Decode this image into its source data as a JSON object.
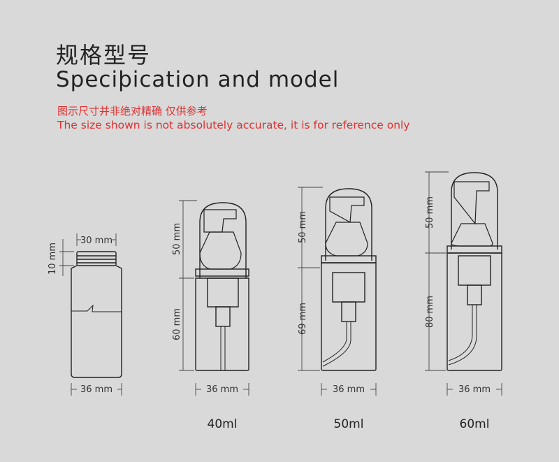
{
  "header": {
    "title_cn": "规格型号",
    "title_en": "Speciþication and model",
    "note_cn": "图示尺寸并非绝对精确  仅供参考",
    "note_en": "The size shown is not absolutely accurate, it is for reference only"
  },
  "colors": {
    "background": "#d9d9d9",
    "note": "#e03030",
    "outline": "#222222"
  },
  "bottles": [
    {
      "kind": "bare-bottle",
      "neck_width": "30 mm",
      "neck_height": "10 mm",
      "body_width": "36 mm"
    },
    {
      "kind": "foam-pump",
      "cap_height": "50 mm",
      "body_height": "60 mm",
      "body_width": "36 mm",
      "volume": "40ml"
    },
    {
      "kind": "foam-pump",
      "cap_height": "50 mm",
      "body_height": "69 mm",
      "body_width": "36 mm",
      "volume": "50ml"
    },
    {
      "kind": "foam-pump",
      "cap_height": "50 mm",
      "body_height": "80 mm",
      "body_width": "36 mm",
      "volume": "60ml"
    }
  ]
}
